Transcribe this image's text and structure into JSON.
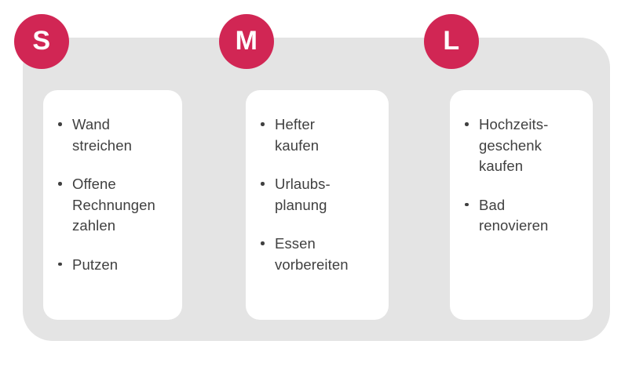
{
  "diagram": {
    "name": "task-size-grouping",
    "panel_color": "#e4e4e4",
    "card_color": "#ffffff",
    "badge_color": "#d12654",
    "text_color": "#404040",
    "groups": [
      {
        "badge": "S",
        "badge_name": "size-small",
        "items": [
          "Wand\nstreichen",
          "Offene\nRechnungen\nzahlen",
          "Putzen"
        ]
      },
      {
        "badge": "M",
        "badge_name": "size-medium",
        "items": [
          "Hefter\nkaufen",
          "Urlaubs-\nplanung",
          "Essen\nvorbereiten"
        ]
      },
      {
        "badge": "L",
        "badge_name": "size-large",
        "items": [
          "Hochzeits-\ngeschenk\nkaufen",
          "Bad\nrenovieren"
        ]
      }
    ]
  }
}
